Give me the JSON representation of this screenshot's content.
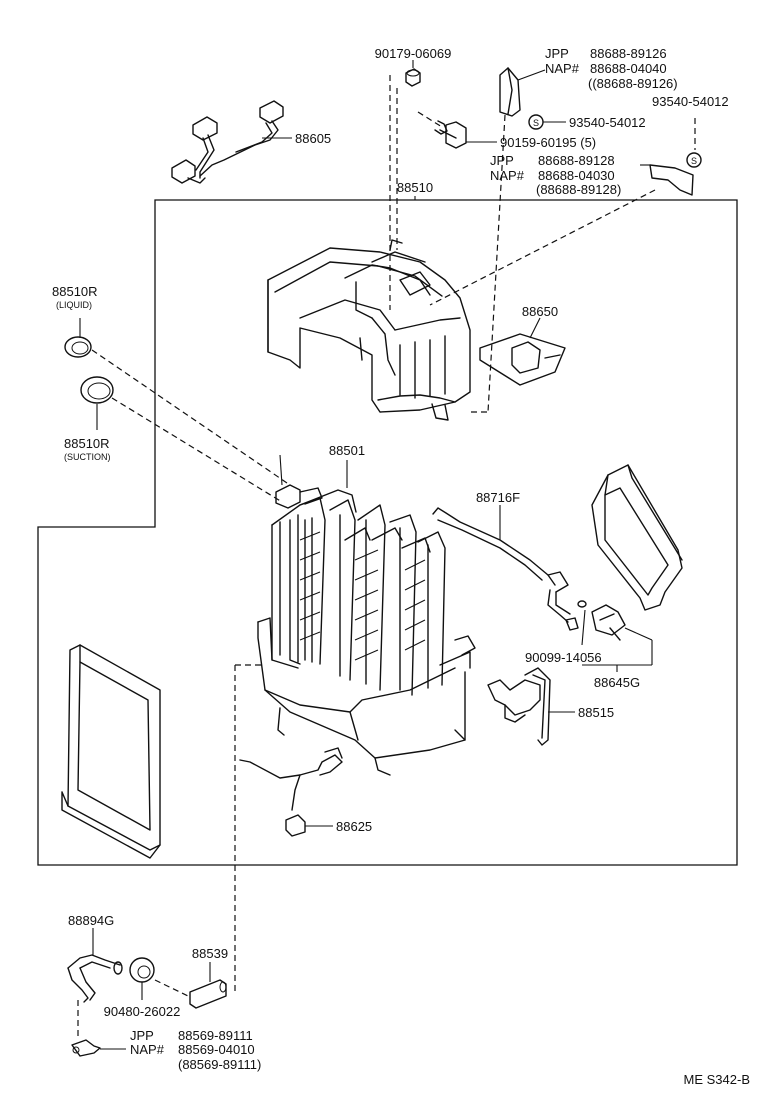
{
  "labels": {
    "p90179": "90179-06069",
    "jpp1": "JPP",
    "nap1": "NAP#",
    "jpp1_no": "88688-89126",
    "nap1_no": "88688-04040",
    "nap1_alt": "((88688-89126)",
    "p88605": "88605",
    "s93540a": "93540-54012",
    "p90159": "90159-60195 (5)",
    "s93540b": "93540-54012",
    "jpp2": "JPP",
    "nap2": "NAP#",
    "jpp2_no": "88688-89128",
    "nap2_no": "88688-04030",
    "nap2_alt": "(88688-89128)",
    "p88510": "88510",
    "p88510r_liquid": "88510R",
    "liquid": "(LIQUID)",
    "p88650": "88650",
    "p88510r_suction": "88510R",
    "suction": "(SUCTION)",
    "p88501": "88501",
    "p88716f": "88716F",
    "p90099": "90099-14056",
    "p88645g": "88645G",
    "p88515": "88515",
    "p88625": "88625",
    "p88894g": "88894G",
    "p88539": "88539",
    "p90480": "90480-26022",
    "jpp3": "JPP",
    "nap3": "NAP#",
    "jpp3_no": "88569-89111",
    "nap3_no": "88569-04010",
    "nap3_alt": "(88569-89111)",
    "code": "ME  S342-B",
    "s_mark": "S"
  },
  "icons": [
    "screw-icon",
    "clip-icon",
    "grommet-icon",
    "connector-icon"
  ]
}
